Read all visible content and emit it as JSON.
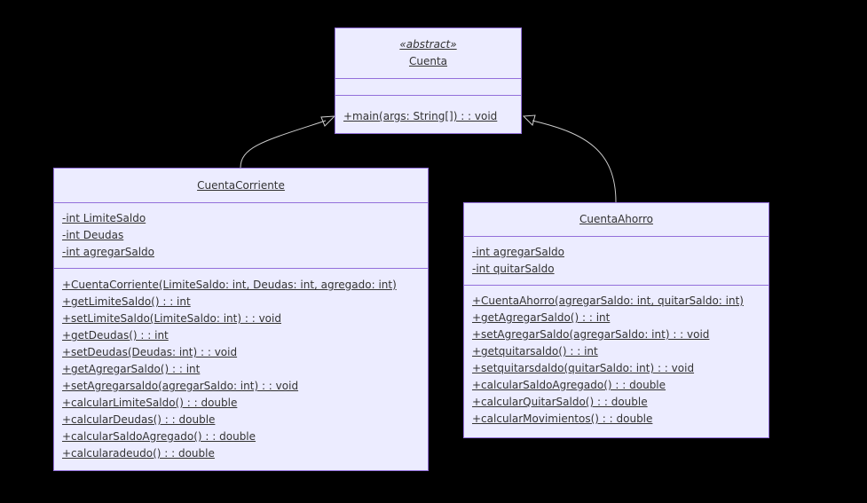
{
  "colors": {
    "background": "#000000",
    "box_fill": "#ECECFF",
    "box_border": "#9370DB",
    "text": "#333333",
    "edge": "#CCCCCC"
  },
  "classes": {
    "cuenta": {
      "stereotype": "«abstract»",
      "name": "Cuenta",
      "attributes": [],
      "methods": [
        "+main(args: String[]) : : void"
      ]
    },
    "corriente": {
      "name": "CuentaCorriente",
      "attributes": [
        "-int LimiteSaldo",
        "-int Deudas",
        "-int agregarSaldo"
      ],
      "methods": [
        "+CuentaCorriente(LimiteSaldo: int, Deudas: int, agregado: int)",
        "+getLimiteSaldo() : : int",
        "+setLimiteSaldo(LimiteSaldo: int) : : void",
        "+getDeudas() : : int",
        "+setDeudas(Deudas: int) : : void",
        "+getAgregarSaldo() : : int",
        "+setAgregarsaldo(agregarSaldo: int) : : void",
        "+calcularLimiteSaldo() : : double",
        "+calcularDeudas() : : double",
        "+calcularSaldoAgregado() : : double",
        "+calcularadeudo() : : double"
      ]
    },
    "ahorro": {
      "name": "CuentaAhorro",
      "attributes": [
        "-int agregarSaldo",
        "-int quitarSaldo"
      ],
      "methods": [
        "+CuentaAhorro(agregarSaldo: int, quitarSaldo: int)",
        "+getAgregarSaldo() : : int",
        "+setAgregarSaldo(agregarSaldo: int) : : void",
        "+getquitarsaldo() : : int",
        "+setquitarsdaldo(quitarSaldo: int) : : void",
        "+calcularSaldoAgregado() : : double",
        "+calcularQuitarSaldo() : : double",
        "+calcularMovimientos() : : double"
      ]
    }
  },
  "relations": [
    {
      "from": "corriente",
      "to": "cuenta",
      "type": "inheritance"
    },
    {
      "from": "ahorro",
      "to": "cuenta",
      "type": "inheritance"
    }
  ]
}
